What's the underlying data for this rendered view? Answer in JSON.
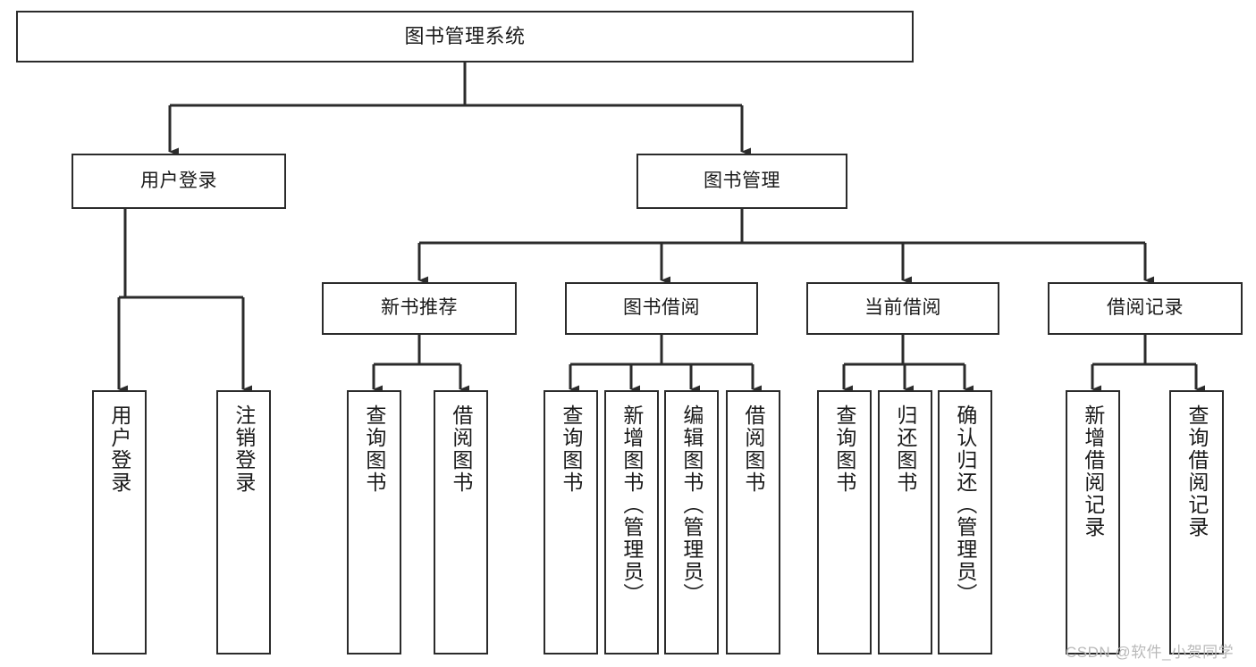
{
  "diagram": {
    "type": "tree-hierarchy",
    "title": "图书管理系统",
    "orientation": "top-down",
    "colors": {
      "box_border": "#2b2b2b",
      "box_fill": "#ffffff",
      "connector": "#2b2b2b",
      "text": "#1a1a1a",
      "watermark": "#b9b9b9"
    }
  },
  "nodes": {
    "root": {
      "label": "图书管理系统"
    },
    "level2": [
      {
        "label": "用户登录"
      },
      {
        "label": "图书管理"
      }
    ],
    "level3": [
      {
        "label": "新书推荐"
      },
      {
        "label": "图书借阅"
      },
      {
        "label": "当前借阅"
      },
      {
        "label": "借阅记录"
      }
    ],
    "leaves": {
      "user_login": [
        {
          "label": "用户登录"
        },
        {
          "label": "注销登录"
        }
      ],
      "new_book_recommend": [
        {
          "label": "查询图书"
        },
        {
          "label": "借阅图书"
        }
      ],
      "book_borrow": [
        {
          "label": "查询图书"
        },
        {
          "label": "新增图书（管理员）"
        },
        {
          "label": "编辑图书（管理员）"
        },
        {
          "label": "借阅图书"
        }
      ],
      "current_borrow": [
        {
          "label": "查询图书"
        },
        {
          "label": "归还图书"
        },
        {
          "label": "确认归还（管理员）"
        }
      ],
      "borrow_record": [
        {
          "label": "新增借阅记录"
        },
        {
          "label": "查询借阅记录"
        }
      ]
    }
  },
  "watermark": {
    "text": "CSDN @软件_小贺同学"
  }
}
